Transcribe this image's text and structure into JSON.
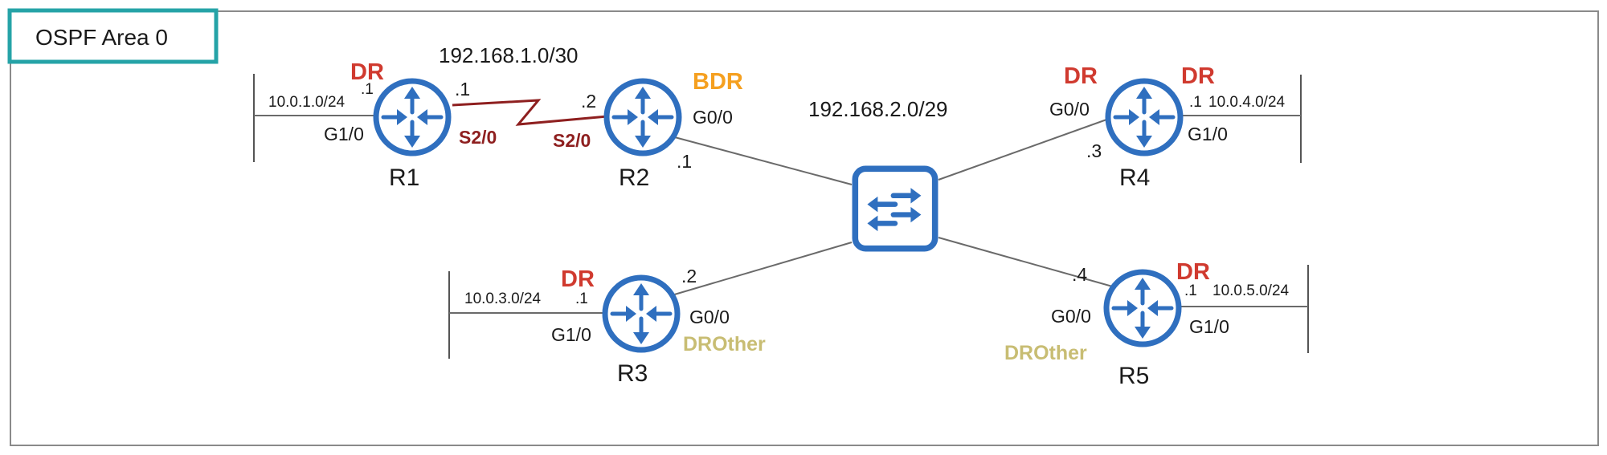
{
  "area": {
    "title": "OSPF Area 0"
  },
  "colors": {
    "router_blue": "#2f6fbf",
    "switch_blue": "#2f6fbf",
    "dr_red": "#d03a2f",
    "bdr_orange": "#f5a020",
    "drother_olive": "#c8bd73",
    "serial_link": "#8e1f1f",
    "area_box": "#25a3a7"
  },
  "icons": {
    "router": "router-icon",
    "switch": "switch-icon"
  },
  "subnets": {
    "serial": "192.168.1.0/30",
    "lan": "192.168.2.0/29",
    "r1_lan": "10.0.1.0/24",
    "r3_lan": "10.0.3.0/24",
    "r4_lan": "10.0.4.0/24",
    "r5_lan": "10.0.5.0/24"
  },
  "routers": {
    "r1": {
      "name": "R1",
      "role": "DR",
      "lan_if": "G1/0",
      "lan_ip": ".1",
      "serial_if": "S2/0",
      "serial_ip": ".1"
    },
    "r2": {
      "name": "R2",
      "role": "BDR",
      "serial_if": "S2/0",
      "serial_ip": ".2",
      "g_if": "G0/0",
      "g_ip": ".1"
    },
    "r3": {
      "name": "R3",
      "lan_role": "DR",
      "lan_if": "G1/0",
      "lan_ip": ".1",
      "g_if": "G0/0",
      "g_ip": ".2",
      "g_role": "DROther"
    },
    "r4": {
      "name": "R4",
      "g_role": "DR",
      "g_if": "G0/0",
      "g_ip": ".3",
      "lan_role": "DR",
      "lan_if": "G1/0",
      "lan_ip": ".1"
    },
    "r5": {
      "name": "R5",
      "lan_role": "DR",
      "lan_if": "G1/0",
      "lan_ip": ".1",
      "g_if": "G0/0",
      "g_ip": ".4",
      "g_role": "DROther"
    }
  }
}
